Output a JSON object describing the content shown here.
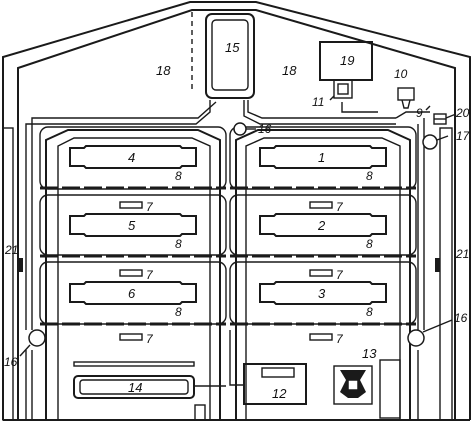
{
  "labels": {
    "l1": "1",
    "l2": "2",
    "l3": "3",
    "l4": "4",
    "l5": "5",
    "l6": "6",
    "l7": "7",
    "l8": "8",
    "l9": "9",
    "l10": "10",
    "l11": "11",
    "l12": "12",
    "l13": "13",
    "l14": "14",
    "l15": "15",
    "l16": "16",
    "l17": "17",
    "l18": "18",
    "l19": "19",
    "l20": "20",
    "l21": "21"
  },
  "colors": {
    "ink": "#1a1a1a",
    "paper": "#ffffff"
  }
}
